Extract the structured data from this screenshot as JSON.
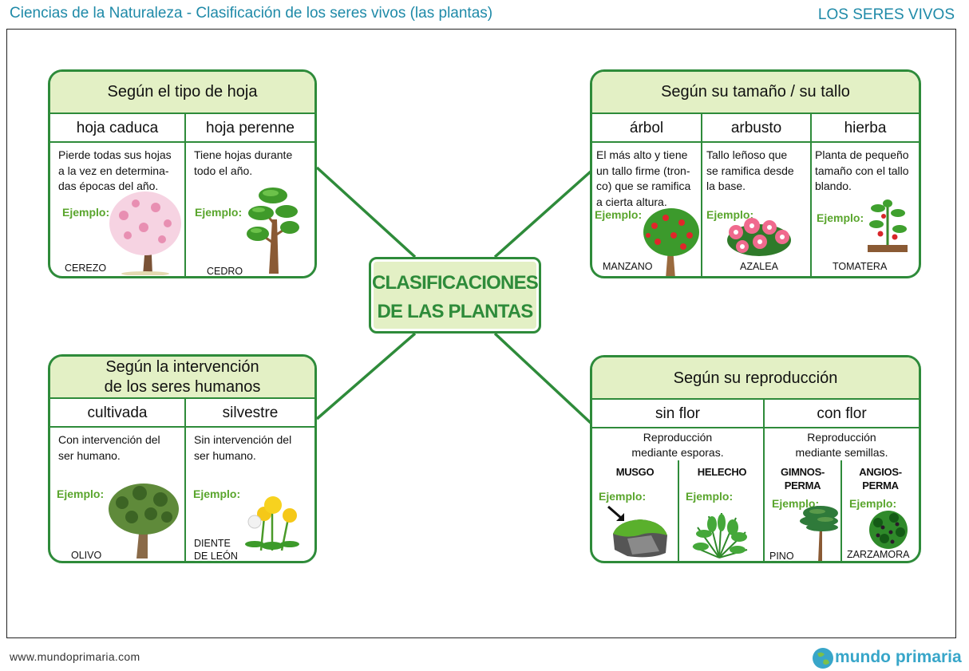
{
  "header": {
    "title": "Ciencias de la Naturaleza - Clasificación de los seres vivos (las plantas)",
    "section": "LOS SERES VIVOS"
  },
  "footer": {
    "url": "www.mundoprimaria.com",
    "brand": "mundo primaria"
  },
  "center": {
    "line1": "CLASIFICACIONES",
    "line2": "DE LAS PLANTAS"
  },
  "example_label": "Ejemplo:",
  "leaf": {
    "title": "Según el tipo de hoja",
    "cols": [
      {
        "head": "hoja caduca",
        "desc": [
          "Pierde todas sus hojas",
          "a la vez en determina-",
          "das épocas del año."
        ],
        "example": "CEREZO"
      },
      {
        "head": "hoja perenne",
        "desc": [
          "Tiene hojas durante",
          "todo el año."
        ],
        "example": "CEDRO"
      }
    ]
  },
  "size": {
    "title": "Según su tamaño / su tallo",
    "cols": [
      {
        "head": "árbol",
        "desc": [
          "El más alto y tiene",
          "un tallo firme (tron-",
          "co) que se ramifica",
          "a cierta altura."
        ],
        "example": "MANZANO"
      },
      {
        "head": "arbusto",
        "desc": [
          "Tallo leñoso que",
          "se ramifica desde",
          "la base."
        ],
        "example": "AZALEA"
      },
      {
        "head": "hierba",
        "desc": [
          "Planta de pequeño",
          "tamaño con el tallo",
          "blando."
        ],
        "example": "TOMATERA"
      }
    ]
  },
  "human": {
    "title": [
      "Según la intervención",
      "de los seres humanos"
    ],
    "cols": [
      {
        "head": "cultivada",
        "desc": [
          "Con intervención del",
          "ser humano."
        ],
        "example": "OLIVO"
      },
      {
        "head": "silvestre",
        "desc": [
          "Sin intervención del",
          "ser humano."
        ],
        "example": [
          "DIENTE",
          "DE LEÓN"
        ]
      }
    ]
  },
  "repro": {
    "title": "Según su reproducción",
    "cols": [
      {
        "head": "sin flor",
        "desc": [
          "Reproducción",
          "mediante esporas."
        ],
        "subs": [
          {
            "name": [
              "MUSGO"
            ],
            "example": ""
          },
          {
            "name": [
              "HELECHO"
            ],
            "example": ""
          }
        ]
      },
      {
        "head": "con flor",
        "desc": [
          "Reproducción",
          "mediante semillas."
        ],
        "subs": [
          {
            "name": [
              "GIMNOS-",
              "PERMA"
            ],
            "example": "PINO"
          },
          {
            "name": [
              "ANGIOS-",
              "PERMA"
            ],
            "example": "ZARZAMORA"
          }
        ]
      }
    ]
  }
}
